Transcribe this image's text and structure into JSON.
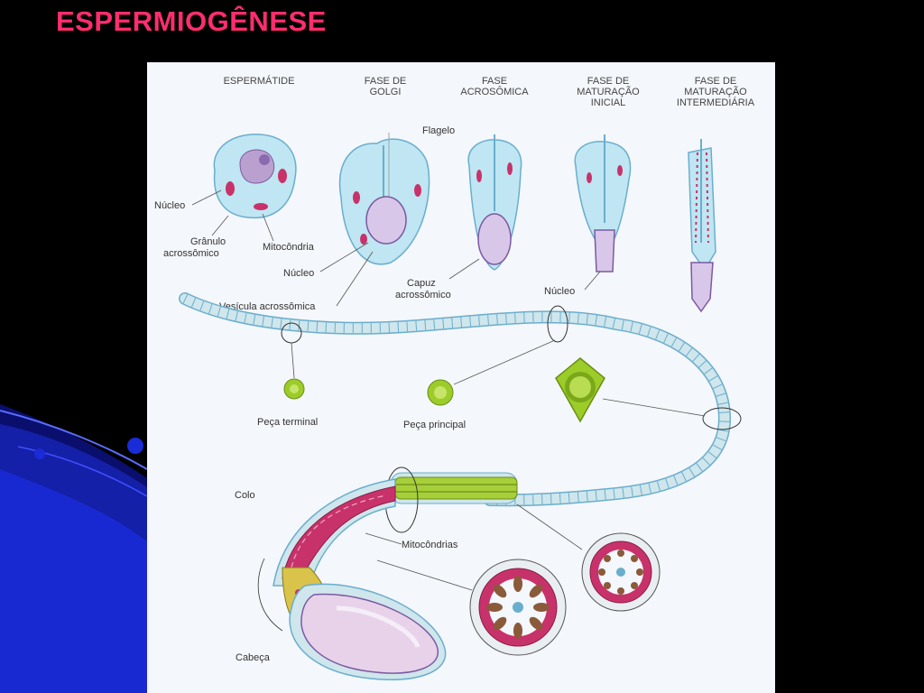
{
  "slide": {
    "title": "ESPERMIOGÊNESE",
    "title_color": "#ff2d6f",
    "background": "#000000",
    "accent_blue": "#1a2bd8"
  },
  "figure": {
    "background": "#f4f7fb",
    "stage_headers": {
      "espermatide": [
        "ESPERMÁTIDE"
      ],
      "golgi": [
        "FASE  DE",
        "GOLGI"
      ],
      "acrosomica": [
        "FASE",
        "ACROSÔMICA"
      ],
      "maturacao_inicial": [
        "FASE DE",
        "MATURAÇÃO",
        "INICIAL"
      ],
      "maturacao_intermediaria": [
        "FASE DE",
        "MATURAÇÃO",
        "INTERMEDIÁRIA"
      ]
    },
    "labels": {
      "flagelo": "Flagelo",
      "nucleo_1": "Núcleo",
      "granulo": [
        "Grânulo",
        "acrossômico"
      ],
      "mitocondria": "Mitocôndria",
      "nucleo_2": "Núcleo",
      "vesicula": "Vesícula acrossômica",
      "capuz": [
        "Capuz",
        "acrossômico"
      ],
      "nucleo_3": "Núcleo",
      "peca_terminal": "Peça terminal",
      "peca_principal": "Peça principal",
      "colo": "Colo",
      "mitocondrias": "Mitocôndrias",
      "cabeca": "Cabeça"
    },
    "colors": {
      "cytoplasm": "#bfe6f2",
      "nucleus": "#d9c7ea",
      "mitochondria": "#c8326a",
      "tail": "#cfe6ec",
      "midpiece": "#a7cf3a",
      "cross_section_green": "#9ccc2a",
      "head": "#e7d2ea"
    }
  }
}
